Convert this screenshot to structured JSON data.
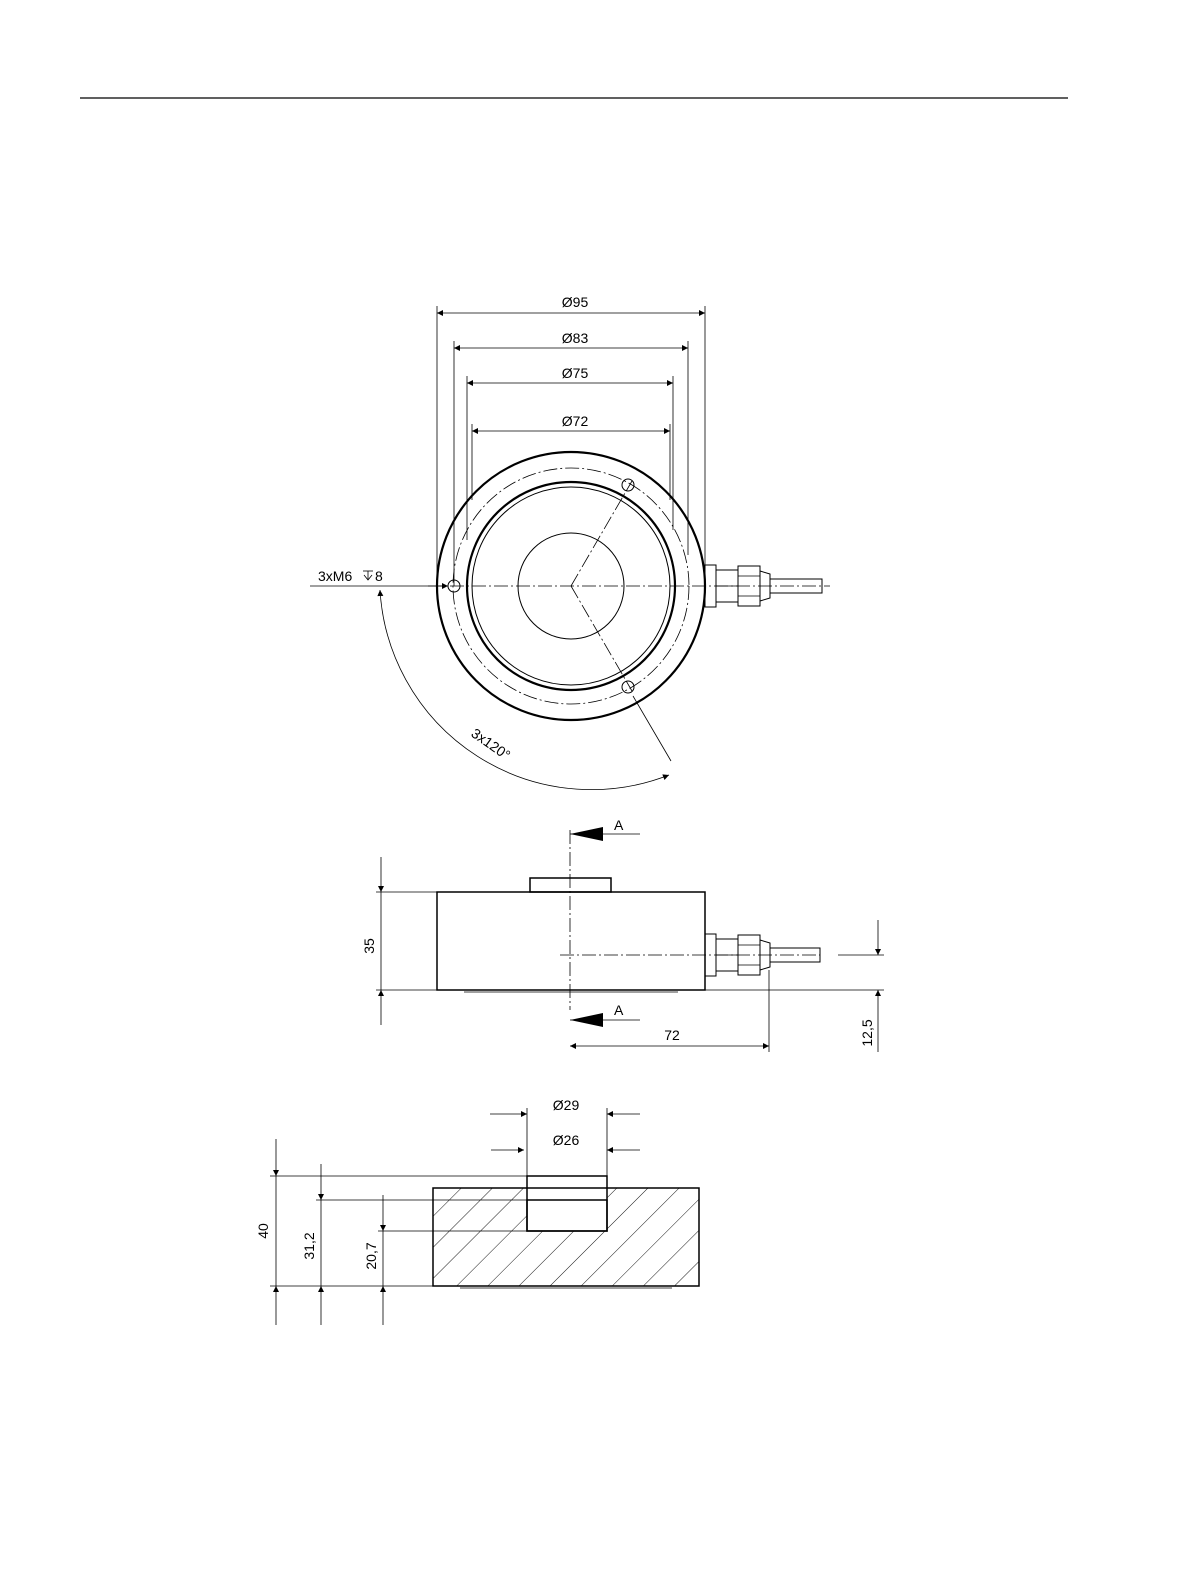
{
  "top_view": {
    "dims": [
      "Ø95",
      "Ø83",
      "Ø75",
      "Ø72"
    ],
    "thread_label": "3xM6",
    "thread_depth": "8",
    "angle_label": "3x120°"
  },
  "side_view": {
    "section_marker": "A",
    "height": "35",
    "cable_offset": "12,5",
    "cable_length": "72"
  },
  "section_view": {
    "d_outer": "Ø29",
    "d_inner": "Ø26",
    "h_total": "40",
    "h_mid": "31,2",
    "h_low": "20,7"
  }
}
